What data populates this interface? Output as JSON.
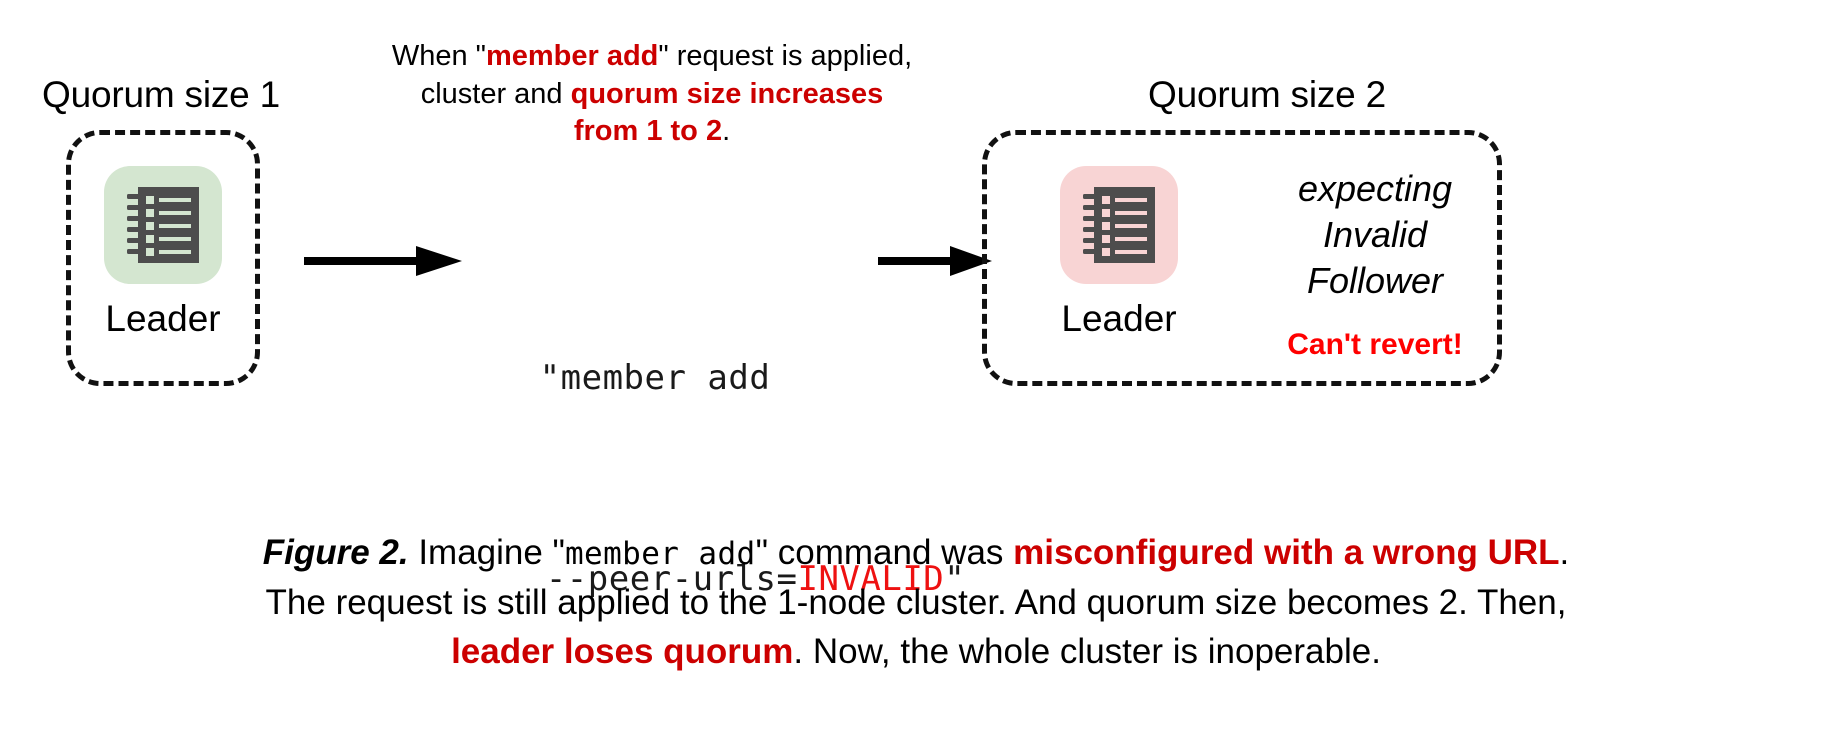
{
  "figure": {
    "left_cluster": {
      "title": "Quorum size 1",
      "node_label": "Leader",
      "node_state_color": "#d4e6d0",
      "icon": "server-node-icon"
    },
    "right_cluster": {
      "title": "Quorum size 2",
      "node_label": "Leader",
      "node_state_color": "#f8d4d4",
      "icon": "server-node-icon",
      "status_lines": [
        "expecting",
        "Invalid",
        "Follower"
      ],
      "warning": "Can't revert!",
      "warning_color": "#ff0000"
    },
    "top_note": {
      "line1_a": "When \"",
      "line1_em": "member add",
      "line1_b": "\" request is applied,",
      "line2_a": "cluster and ",
      "line2_em": "quorum size increases",
      "line3_em": "from 1 to 2",
      "line3_b": "."
    },
    "command": {
      "line1": "\"member add",
      "line2_a": "--peer-urls=",
      "line2_em": "INVALID",
      "line2_b": "\"",
      "invalid_color": "#ee1111"
    },
    "arrows": {
      "first": "arrow-right-icon",
      "second": "arrow-right-icon"
    },
    "caption": {
      "fig_num": "Figure 2.",
      "l1_a": " Imagine \"",
      "l1_mono": "member add",
      "l1_b": "\" command was ",
      "l1_em": "misconfigured with a wrong URL",
      "l1_c": ".",
      "l2": "The request is still applied to the 1-node cluster. And quorum size becomes 2. Then,",
      "l3_em": "leader loses quorum",
      "l3_b": ". Now, the whole cluster is inoperable."
    },
    "accent": {
      "red_dark": "#cc0000",
      "red_bright": "#ff0000",
      "ink": "#000000"
    }
  }
}
